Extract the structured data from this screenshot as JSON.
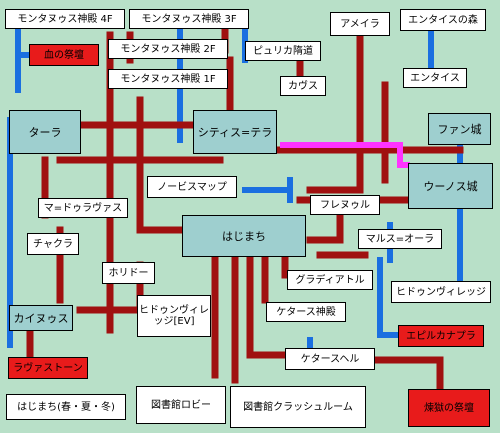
{
  "colors": {
    "background": "#b8e0c8",
    "road": "#a01010",
    "water": "#1a6fe0",
    "special": "#ff33ff",
    "hub_fill": "#9ecfcf",
    "shrine_fill": "#e81b1b"
  },
  "nodes": {
    "montanus4": "モンタヌゥス神殿 4F",
    "montanus3": "モンタヌゥス神殿 3F",
    "montanus2": "モンタヌゥス神殿 2F",
    "montanus1": "モンタヌゥス神殿 1F",
    "blood_altar": "血の祭壇",
    "piurika": "ピュリカ隋道",
    "kavus": "カヴス",
    "ameira": "アメイラ",
    "entais_forest": "エンタイスの森",
    "entais": "エンタイス",
    "fan_castle": "ファン城",
    "uenos_castle": "ウーノス城",
    "tara": "ターラ",
    "cities_tera": "シティス=テラ",
    "novice_map": "ノービスマップ",
    "ma_durovas": "マ=ドゥラヴァス",
    "chakra": "チャクラ",
    "hajimachi": "はじまち",
    "frenuru": "フレヌゥル",
    "mars_ora": "マルス=オーラ",
    "hidun_village": "ヒドゥンヴィレッジ",
    "gradiatoru": "グラディアトル",
    "horidoo": "ホリドー",
    "kainus": "カイヌゥス",
    "hidun_village_ev": "ヒドゥンヴィレッジ[EV]",
    "ketaas_temple": "ケタース神殿",
    "epilkanapura": "エピルカナプラ",
    "ravastone": "ラヴァストーン",
    "ketaas_hell": "ケタースヘル",
    "library_lobby": "図書館ロビー",
    "library_crash": "図書館クラッシュルーム",
    "hajimachi_seasons": "はじまち(春・夏・冬)",
    "purgatory_altar": "煉獄の祭壇"
  }
}
